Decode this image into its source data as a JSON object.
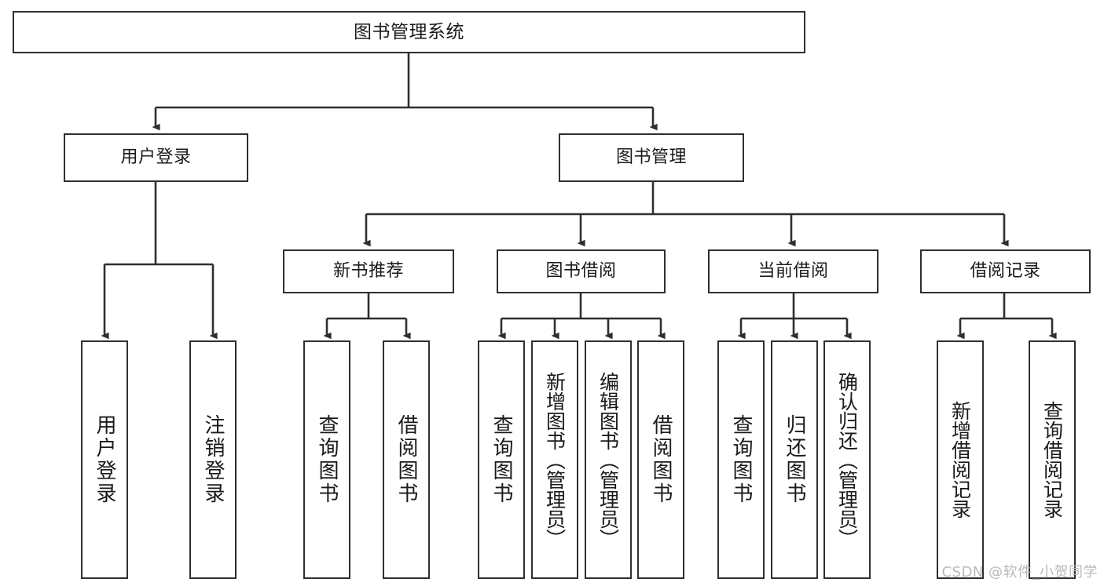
{
  "diagram": {
    "title_node": {
      "label": "图书管理系统"
    },
    "level2": [
      {
        "id": "user-login",
        "label": "用户登录"
      },
      {
        "id": "book-management",
        "label": "图书管理"
      }
    ],
    "level3": [
      {
        "id": "new-book-recommend",
        "label": "新书推荐"
      },
      {
        "id": "book-borrow",
        "label": "图书借阅"
      },
      {
        "id": "current-borrow",
        "label": "当前借阅"
      },
      {
        "id": "borrow-record",
        "label": "借阅记录"
      }
    ],
    "leaves": [
      {
        "id": "leaf-user-login",
        "label": "用户登录"
      },
      {
        "id": "leaf-logout-login",
        "label": "注销登录"
      },
      {
        "id": "leaf-query-book-1",
        "label": "查询图书"
      },
      {
        "id": "leaf-borrow-book-1",
        "label": "借阅图书"
      },
      {
        "id": "leaf-query-book-2",
        "label": "查询图书"
      },
      {
        "id": "leaf-add-book-admin",
        "label": "新增图书（管理员）"
      },
      {
        "id": "leaf-edit-book-admin",
        "label": "编辑图书（管理员）"
      },
      {
        "id": "leaf-borrow-book-2",
        "label": "借阅图书"
      },
      {
        "id": "leaf-query-book-3",
        "label": "查询图书"
      },
      {
        "id": "leaf-return-book",
        "label": "归还图书"
      },
      {
        "id": "leaf-confirm-return-admin",
        "label": "确认归还（管理员）"
      },
      {
        "id": "leaf-add-borrow-record",
        "label": "新增借阅记录"
      },
      {
        "id": "leaf-query-borrow-record",
        "label": "查询借阅记录"
      }
    ],
    "watermark": "CSDN @软件_小贺同学",
    "colors": {
      "border": "#2f2f2f",
      "text": "#1a1a1a",
      "background": "#ffffff",
      "watermark": "#b9b9b9"
    }
  }
}
